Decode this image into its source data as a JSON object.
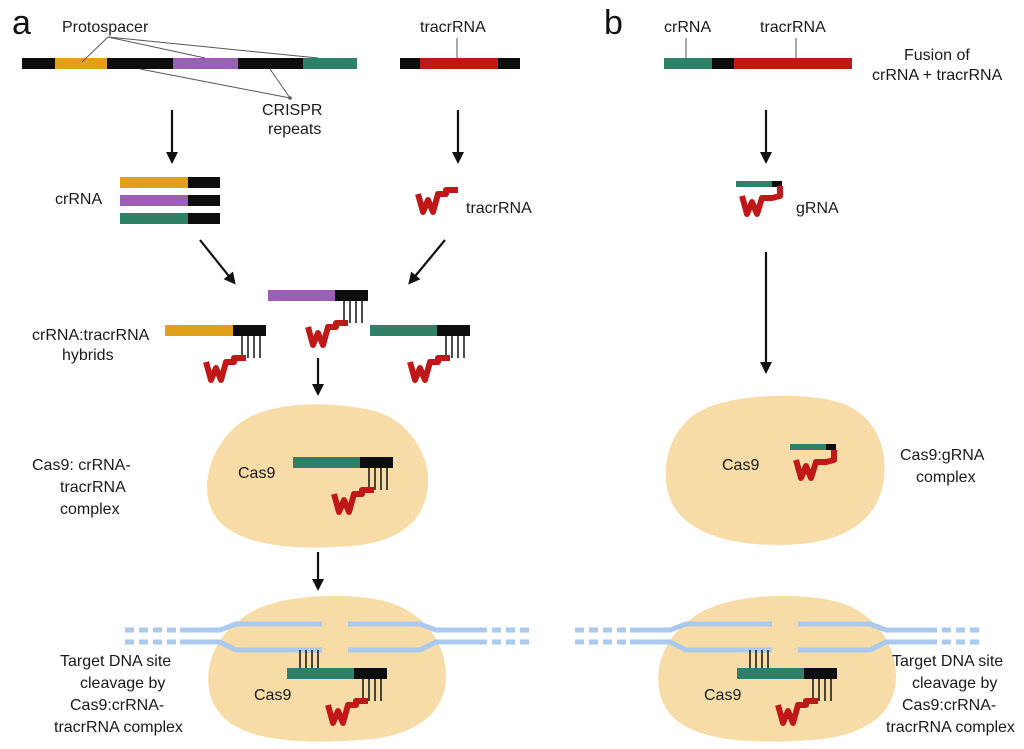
{
  "panels": {
    "a": "a",
    "b": "b"
  },
  "labels": {
    "protospacer": "Protospacer",
    "crispr_repeats_1": "CRISPR",
    "crispr_repeats_2": "repeats",
    "tracrrna_top": "tracrRNA",
    "crrna_stack": "crRNA",
    "tracrrna_mid": "tracrRNA",
    "hybrids_1": "crRNA:tracrRNA",
    "hybrids_2": "hybrids",
    "cas9_complex_1": "Cas9: crRNA-",
    "cas9_complex_2": "tracrRNA",
    "cas9_complex_3": "complex",
    "cas9_a": "Cas9",
    "cas9_a2": "Cas9",
    "target_a_1": "Target DNA site",
    "target_a_2": "cleavage by",
    "target_a_3": "Cas9:crRNA-",
    "target_a_4": "tracrRNA complex",
    "crrna_b": "crRNA",
    "tracrrna_b": "tracrRNA",
    "fusion_1": "Fusion of",
    "fusion_2": "crRNA + tracrRNA",
    "grna": "gRNA",
    "cas9_b": "Cas9",
    "cas9_b2": "Cas9",
    "cas9_grna_1": "Cas9:gRNA",
    "cas9_grna_2": "complex",
    "target_b_1": "Target DNA site",
    "target_b_2": "cleavage by",
    "target_b_3": "Cas9:crRNA-",
    "target_b_4": "tracrRNA complex"
  },
  "colors": {
    "spacer_orange": "#e0a01a",
    "spacer_purple": "#9b5fb5",
    "spacer_green": "#2e8068",
    "repeat_black": "#0d0d0d",
    "tracr_red": "#c01818",
    "cas9_fill": "#f7dca7",
    "dna_blue": "#a9c9ef"
  }
}
